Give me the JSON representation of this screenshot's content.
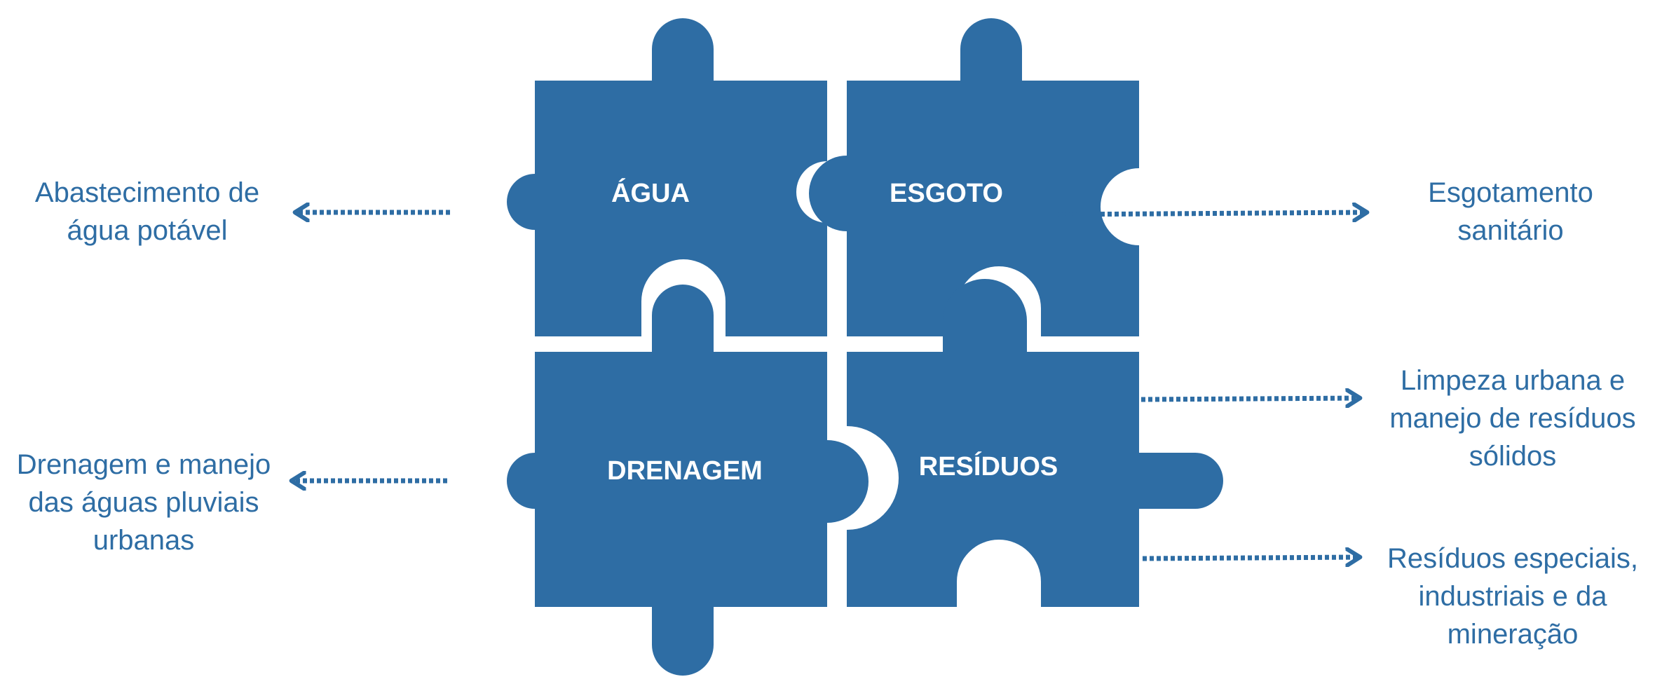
{
  "colors": {
    "piece": "#2e6da4",
    "text": "#2e6da4",
    "arrow": "#2e6da4",
    "label": "#ffffff"
  },
  "pieces": {
    "agua": "ÁGUA",
    "esgoto": "ESGOTO",
    "drenagem": "DRENAGEM",
    "residuos": "RESÍDUOS"
  },
  "outputs": {
    "agua": [
      "Abastecimento de",
      "água potável"
    ],
    "esgoto": [
      "Esgotamento",
      "sanitário"
    ],
    "drenagem": [
      "Drenagem e manejo",
      "das águas pluviais",
      "urbanas"
    ],
    "residuos_limpeza": [
      "Limpeza urbana e",
      "manejo de resíduos",
      "sólidos"
    ],
    "residuos_especiais": [
      "Resíduos especiais,",
      "industriais e da",
      "mineração"
    ]
  }
}
